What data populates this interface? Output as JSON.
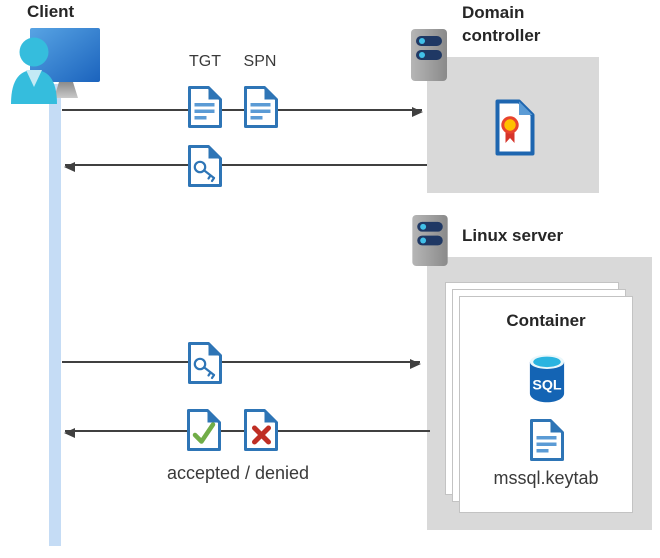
{
  "client": {
    "label": "Client"
  },
  "flow": {
    "tgt_label": "TGT",
    "spn_label": "SPN",
    "result_label": "accepted / denied"
  },
  "domain_controller": {
    "label": "Domain controller"
  },
  "linux_server": {
    "label": "Linux server",
    "container": {
      "label": "Container",
      "sql_text": "SQL",
      "keytab_label": "mssql.keytab"
    }
  },
  "colors": {
    "box_gray": "#d9d9d9",
    "arrow": "#404040",
    "timeline_blue": "#c5dcf5",
    "doc_border_blue": "#2e75b6",
    "doc_line_blue": "#5b9bd5",
    "accept_green": "#71ad47",
    "deny_red": "#bf2e24",
    "sql_body_blue": "#1464b4",
    "sql_top_cyan": "#2ab4e0",
    "server_bar_navy": "#1f3864",
    "server_dot_cyan": "#41c0e8"
  }
}
